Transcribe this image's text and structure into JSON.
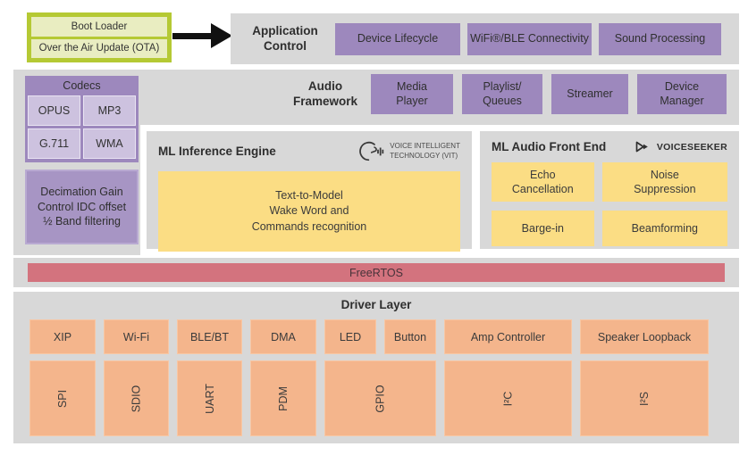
{
  "colors": {
    "green_accent": "#b5c934",
    "green_light": "#e9edc1",
    "gray_panel": "#d8d8d8",
    "purple": "#9d88bd",
    "purple_light": "#cdc2df",
    "purple_mid": "#a795c4",
    "yellow": "#fbdd84",
    "rose": "#d3737e",
    "orange": "#f4b58c"
  },
  "boot": {
    "loader": "Boot Loader",
    "ota": "Over the Air Update (OTA)"
  },
  "app_control": {
    "title": "Application\nControl",
    "boxes": [
      "Device Lifecycle",
      "WiFi®/BLE Connectivity",
      "Sound Processing"
    ]
  },
  "audio_framework": {
    "title": "Audio\nFramework",
    "boxes": [
      "Media\nPlayer",
      "Playlist/\nQueues",
      "Streamer",
      "Device\nManager"
    ]
  },
  "codecs": {
    "title": "Codecs",
    "items": [
      "OPUS",
      "MP3",
      "G.711",
      "WMA"
    ]
  },
  "decimation": {
    "label": "Decimation Gain\nControl IDC offset\n½ Band filtering"
  },
  "ml_engine": {
    "title": "ML Inference Engine",
    "logo_text": "VOICE INTELLIGENT\nTECHNOLOGY (VIT)",
    "box": "Text-to-Model\nWake Word and\nCommands recognition"
  },
  "ml_afe": {
    "title": "ML Audio Front End",
    "logo_text": "VOICESEEKER",
    "boxes": [
      "Echo\nCancellation",
      "Noise\nSuppression",
      "Barge-in",
      "Beamforming"
    ]
  },
  "freertos": {
    "label": "FreeRTOS"
  },
  "driver": {
    "title": "Driver Layer",
    "row1": [
      "XIP",
      "Wi-Fi",
      "BLE/BT",
      "DMA",
      "LED",
      "Button",
      "Amp Controller",
      "Speaker Loopback"
    ],
    "row2": [
      "SPI",
      "SDIO",
      "UART",
      "PDM",
      "GPIO",
      "I²C",
      "I²S"
    ]
  }
}
